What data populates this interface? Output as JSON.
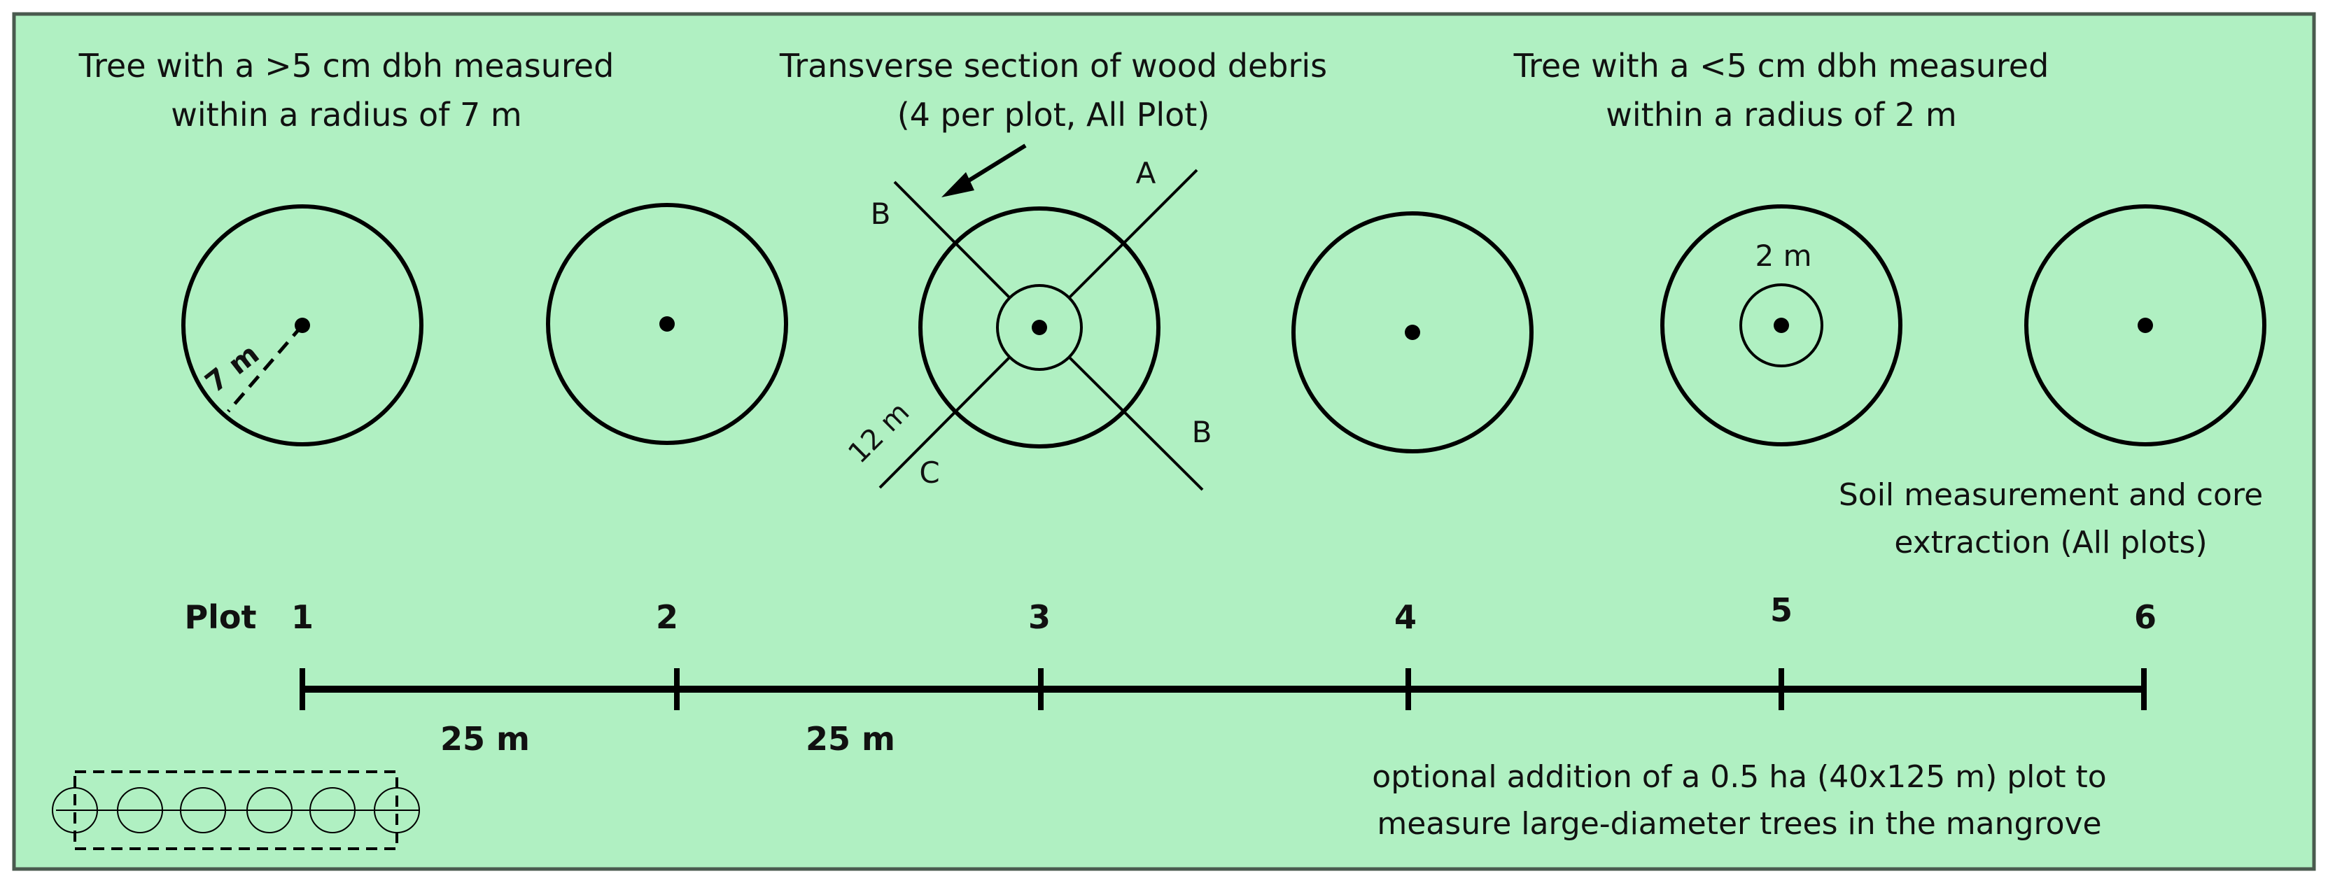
{
  "colors": {
    "background": "#b0f0c2",
    "border": "#4a5a4e",
    "ink": "#000000"
  },
  "captions": {
    "large_trees_line1": "Tree with a >5 cm dbh measured",
    "large_trees_line2": "within a radius of 7 m",
    "debris_line1": "Transverse section of wood debris",
    "debris_line2": "(4 per plot, All Plot)",
    "small_trees_line1": "Tree with a <5 cm dbh measured",
    "small_trees_line2": "within a radius of 2 m",
    "soil_line1": "Soil measurement and core",
    "soil_line2": "extraction (All plots)",
    "optional_line1": "optional addition of a 0.5 ha (40x125 m) plot to",
    "optional_line2": "measure large-diameter trees in the mangrove"
  },
  "plot_labels": {
    "radius_7m": "7 m",
    "radius_2m": "2 m",
    "transect_12m": "12 m",
    "transect_a": "A",
    "transect_b_top": "B",
    "transect_b_bottom": "B",
    "transect_c": "C"
  },
  "axis": {
    "title": "Plot",
    "plots": [
      "1",
      "2",
      "3",
      "4",
      "5",
      "6"
    ],
    "spacing_1": "25 m",
    "spacing_2": "25 m"
  }
}
